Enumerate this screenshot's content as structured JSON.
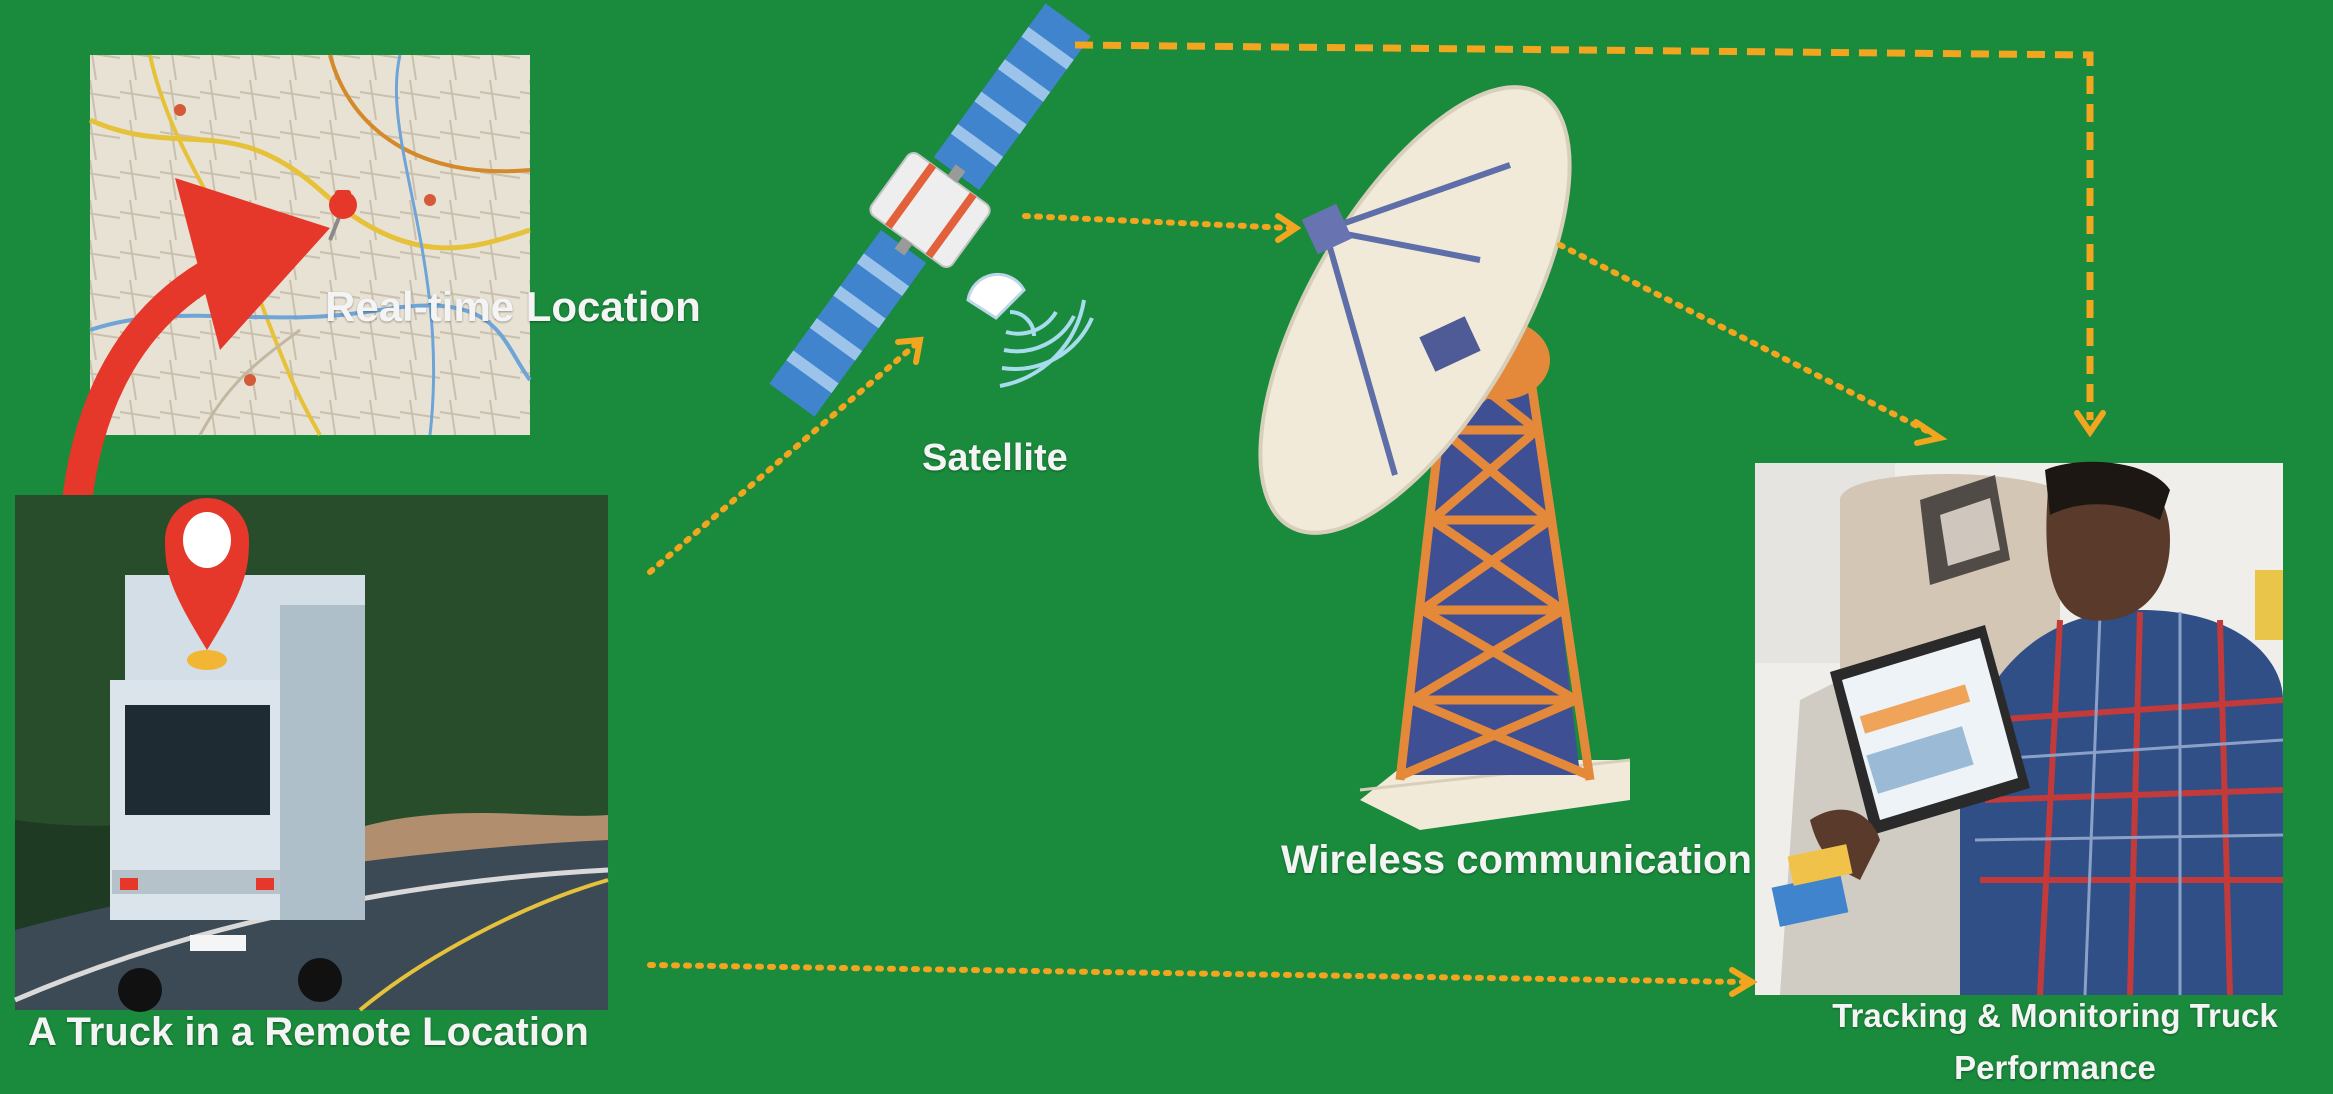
{
  "labels": {
    "map": "Real-time Location",
    "satellite": "Satellite",
    "wireless": "Wireless communication",
    "truck": "A Truck in a Remote Location",
    "tracking": "Tracking & Monitoring Truck Performance"
  },
  "colors": {
    "background": "#1a8a3c",
    "arrow": "#f2a51e",
    "pin": "#e5372a",
    "label": "#f4f4f4"
  },
  "icons": [
    "map-image",
    "location-pin-icon",
    "curved-arrow-icon",
    "satellite-icon",
    "signal-waves-icon",
    "satellite-dish-icon",
    "transmission-tower-icon",
    "truck-photo",
    "person-with-tablet-photo"
  ]
}
